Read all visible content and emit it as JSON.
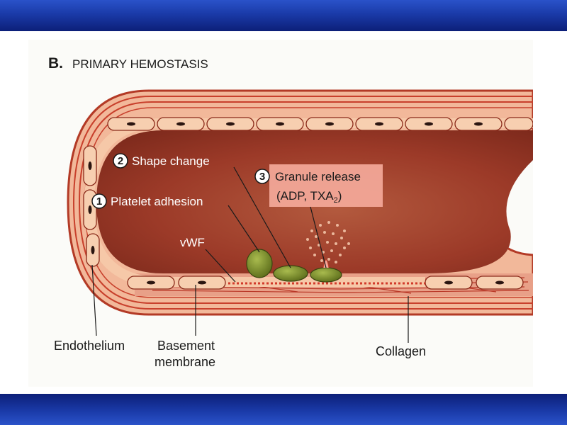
{
  "title": {
    "letter": "B.",
    "text": "PRIMARY HEMOSTASIS"
  },
  "steps": [
    {
      "number": "1",
      "label": "Platelet adhesion"
    },
    {
      "number": "2",
      "label": "Shape change"
    },
    {
      "number": "3",
      "label_line1": "Granule release",
      "label_line2_prefix": "(ADP, TXA",
      "label_line2_sub": "2",
      "label_line2_suffix": ")"
    }
  ],
  "labels": {
    "vwf": "vWF",
    "endothelium": "Endothelium",
    "basement_line1": "Basement",
    "basement_line2": "membrane",
    "collagen": "Collagen"
  },
  "colors": {
    "band": "#1a3aa8",
    "lumen": "#9c3a28",
    "wall": "#f2b89a",
    "wall_stripe": "#c8402c",
    "platelet": "#7d8f2a",
    "step3_box": "#f4a99a",
    "collagen_fibers": "#b93726"
  }
}
